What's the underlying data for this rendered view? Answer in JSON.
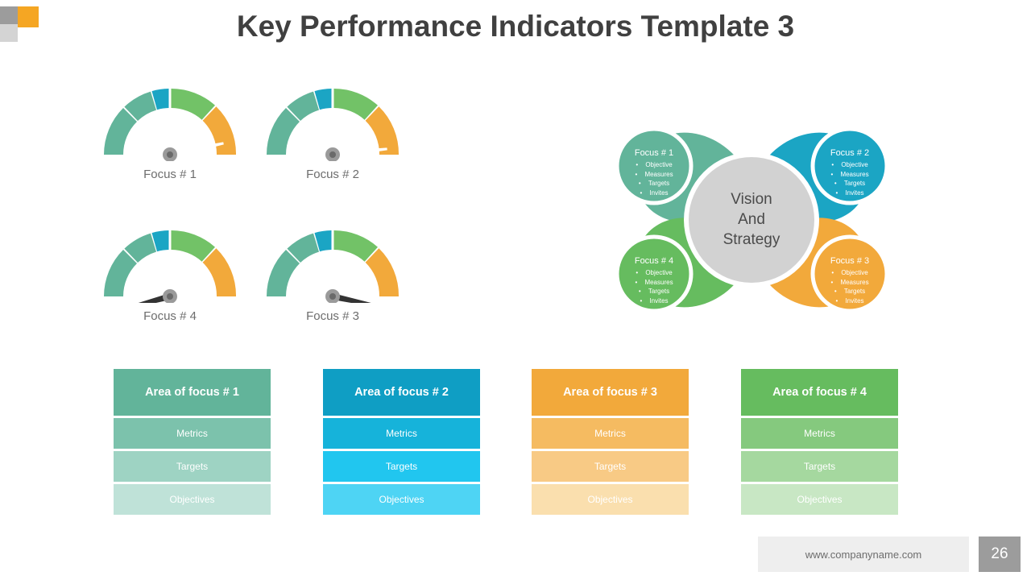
{
  "title": "Key Performance Indicators Template 3",
  "colors": {
    "teal": "#1ba5c4",
    "green_light": "#72c267",
    "green_med": "#66bc5f",
    "orange": "#f2a93b",
    "seagreen": "#62b49a",
    "cyan": "#2ec4f1",
    "gray_center": "#d2d2d2",
    "title": "#404040",
    "label": "#6d6d6d"
  },
  "gauges": [
    {
      "label": "Focus # 1",
      "needle_deg": -12
    },
    {
      "label": "Focus # 2",
      "needle_deg": -6
    },
    {
      "label": "Focus # 4",
      "needle_deg": 200
    },
    {
      "label": "Focus # 3",
      "needle_deg": 160
    }
  ],
  "vision": {
    "center_lines": [
      "Vision",
      "And",
      "Strategy"
    ],
    "lobes": [
      {
        "name": "Focus # 1",
        "color": "#62b49a",
        "items": [
          "Objective",
          "Measures",
          "Targets",
          "Invites"
        ]
      },
      {
        "name": "Focus # 2",
        "color": "#1ba5c4",
        "items": [
          "Objective",
          "Measures",
          "Targets",
          "Invites"
        ]
      },
      {
        "name": "Focus # 3",
        "color": "#f2a93b",
        "items": [
          "Objective",
          "Measures",
          "Targets",
          "Invites"
        ]
      },
      {
        "name": "Focus # 4",
        "color": "#66bc5f",
        "items": [
          "Objective",
          "Measures",
          "Targets",
          "Invites"
        ]
      }
    ]
  },
  "cards": [
    {
      "title": "Area of focus # 1",
      "header_color": "#62b49a",
      "rows": [
        {
          "label": "Metrics",
          "color": "#7cc2ac"
        },
        {
          "label": "Targets",
          "color": "#9ed3c3"
        },
        {
          "label": "Objectives",
          "color": "#bfe2d8"
        }
      ]
    },
    {
      "title": "Area of focus # 2",
      "header_color": "#0f9ec4",
      "rows": [
        {
          "label": "Metrics",
          "color": "#16b3da"
        },
        {
          "label": "Targets",
          "color": "#21c6ef"
        },
        {
          "label": "Objectives",
          "color": "#4ed4f4"
        }
      ]
    },
    {
      "title": "Area of focus # 3",
      "header_color": "#f2a93b",
      "rows": [
        {
          "label": "Metrics",
          "color": "#f5bb61"
        },
        {
          "label": "Targets",
          "color": "#f8ca85"
        },
        {
          "label": "Objectives",
          "color": "#fadfae"
        }
      ]
    },
    {
      "title": "Area of focus # 4",
      "header_color": "#66bc5f",
      "rows": [
        {
          "label": "Metrics",
          "color": "#85c97e"
        },
        {
          "label": "Targets",
          "color": "#a5d89f"
        },
        {
          "label": "Objectives",
          "color": "#c8e7c4"
        }
      ]
    }
  ],
  "footer": {
    "url": "www.companyname.com",
    "page_number": "26"
  }
}
